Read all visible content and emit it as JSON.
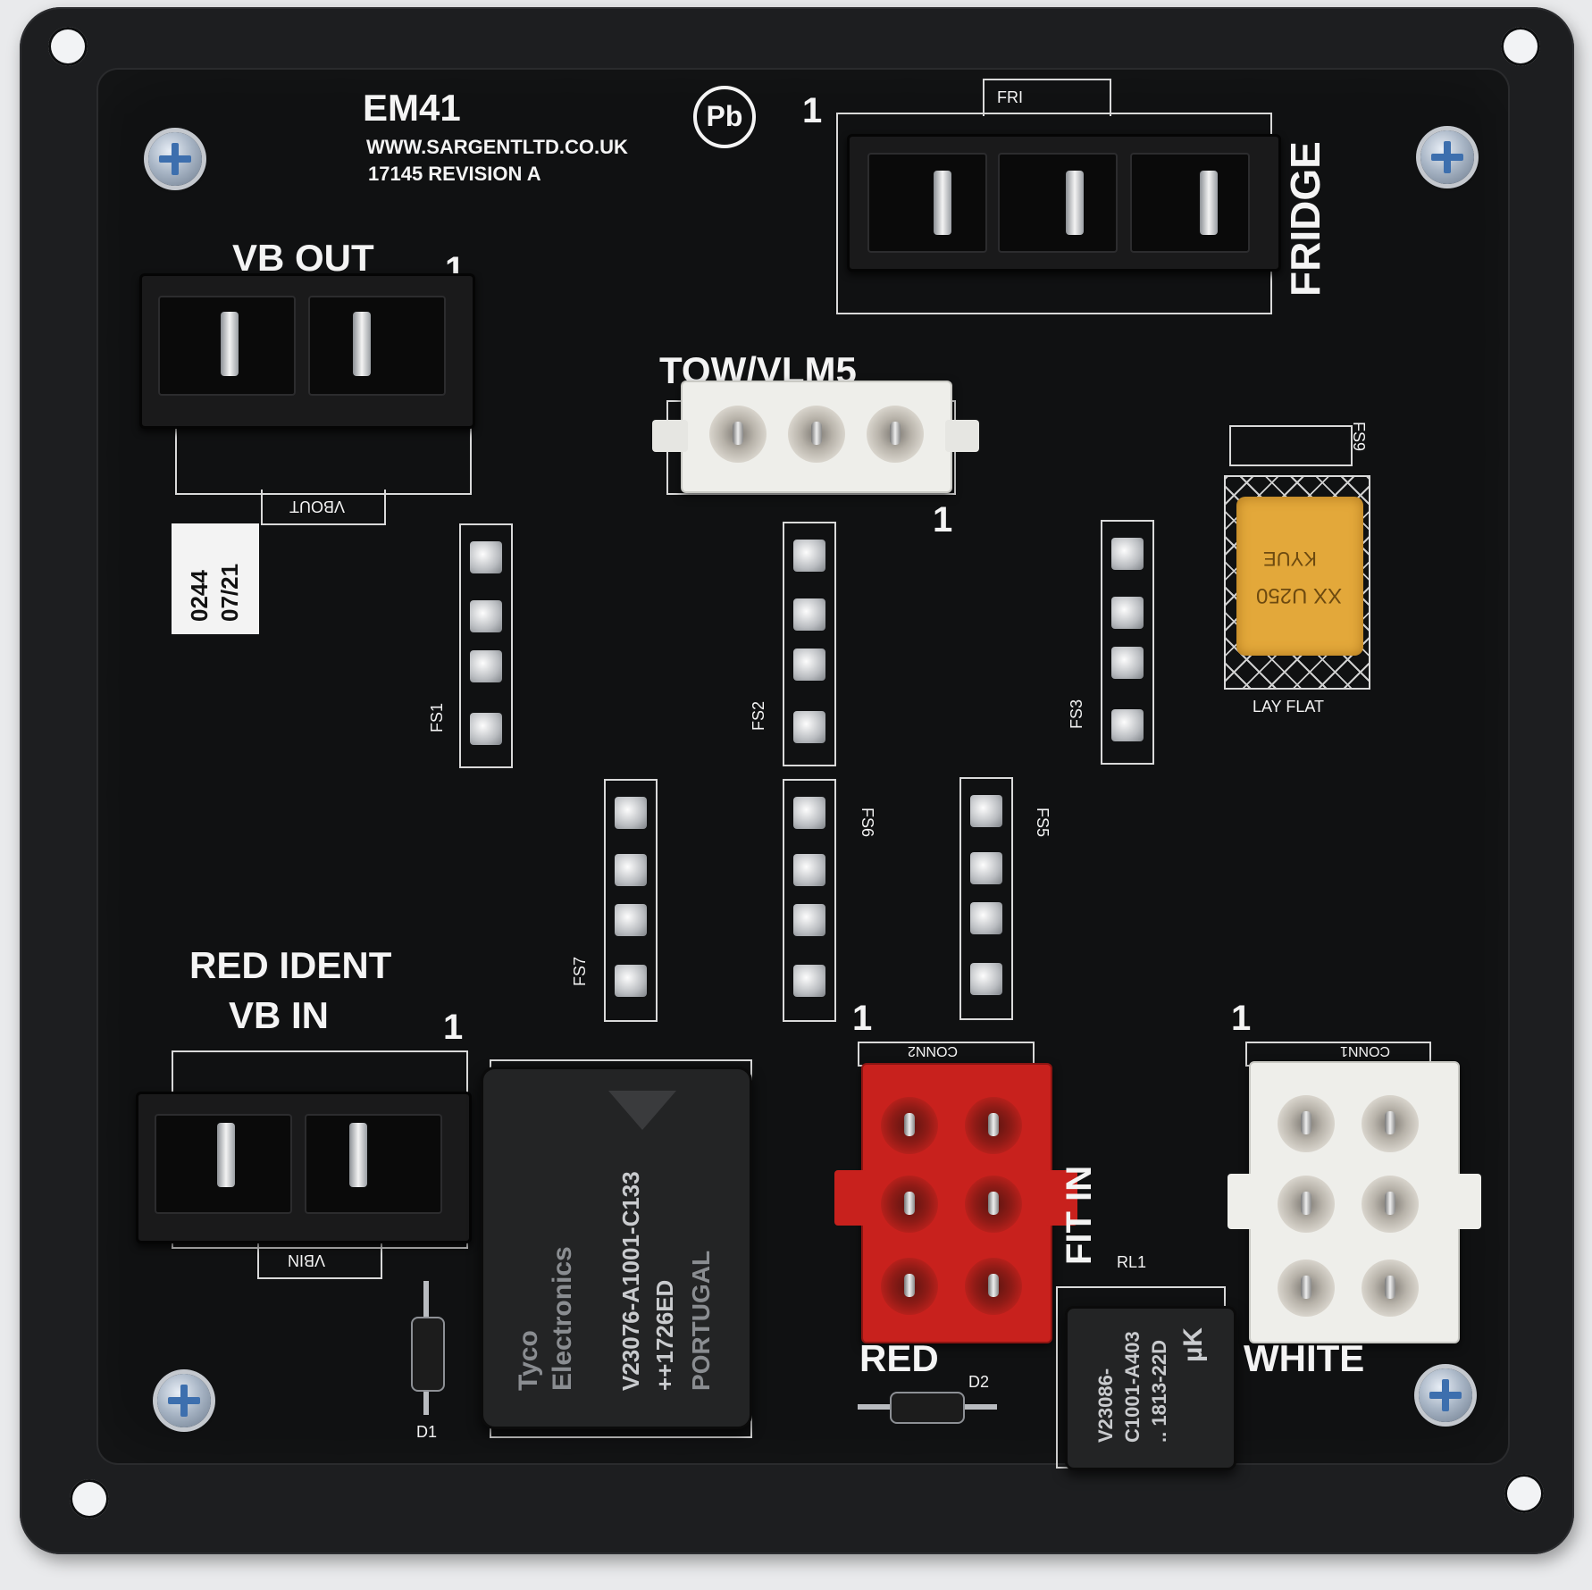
{
  "board": {
    "model": "EM41",
    "website": "WWW.SARGENTLTD.CO.UK",
    "part_revision": "17145  REVISION A",
    "lead_symbol": "Pb",
    "date_sticker": {
      "line1": "0244",
      "line2": "07/21"
    }
  },
  "connectors": {
    "vb_out": {
      "label": "VB OUT",
      "under_label": "VBOUT",
      "pin1": "1"
    },
    "fridge": {
      "label": "FRIDGE",
      "top_label": "FRI",
      "pin1": "1"
    },
    "tow_vlm5": {
      "label": "TOW/VLM5",
      "pin1": "1"
    },
    "vb_in": {
      "label_line1": "RED IDENT",
      "label_line2": "VB IN",
      "under_label": "VBIN",
      "pin1": "1"
    },
    "red": {
      "label": "RED",
      "side_label": "FIT IN",
      "top_label": "CONN2",
      "pin1": "1"
    },
    "white": {
      "label": "WHITE",
      "top_label": "CONN1",
      "pin1": "1"
    }
  },
  "fuses": {
    "fs1": "FS1",
    "fs2": "FS2",
    "fs3": "FS3",
    "fs5": "FS5",
    "fs6": "FS6",
    "fs7": "FS7",
    "fs9": "FS9"
  },
  "capacitor": {
    "marking1": "XX U250",
    "marking2": "KYUE",
    "under_label": "LAY FLAT"
  },
  "relays": {
    "large": {
      "brand": "Tyco",
      "brand2": "Electronics",
      "part": "V23076-A1001-C133",
      "code": "++1726ED",
      "origin": "PORTUGAL"
    },
    "small": {
      "ref": "RL1",
      "part": "V23086-",
      "part2": "C1001-A403",
      "code": ".. 1813-22D",
      "mark": "µK"
    }
  },
  "diodes": {
    "d1": "D1",
    "d2": "D2"
  },
  "colors": {
    "board": "#101112",
    "plate": "#1d1e20",
    "silkscreen": "#f4f4f4",
    "red_connector": "#c8211d",
    "white_connector": "#eeeeea",
    "capacitor": "#e3a83a"
  }
}
